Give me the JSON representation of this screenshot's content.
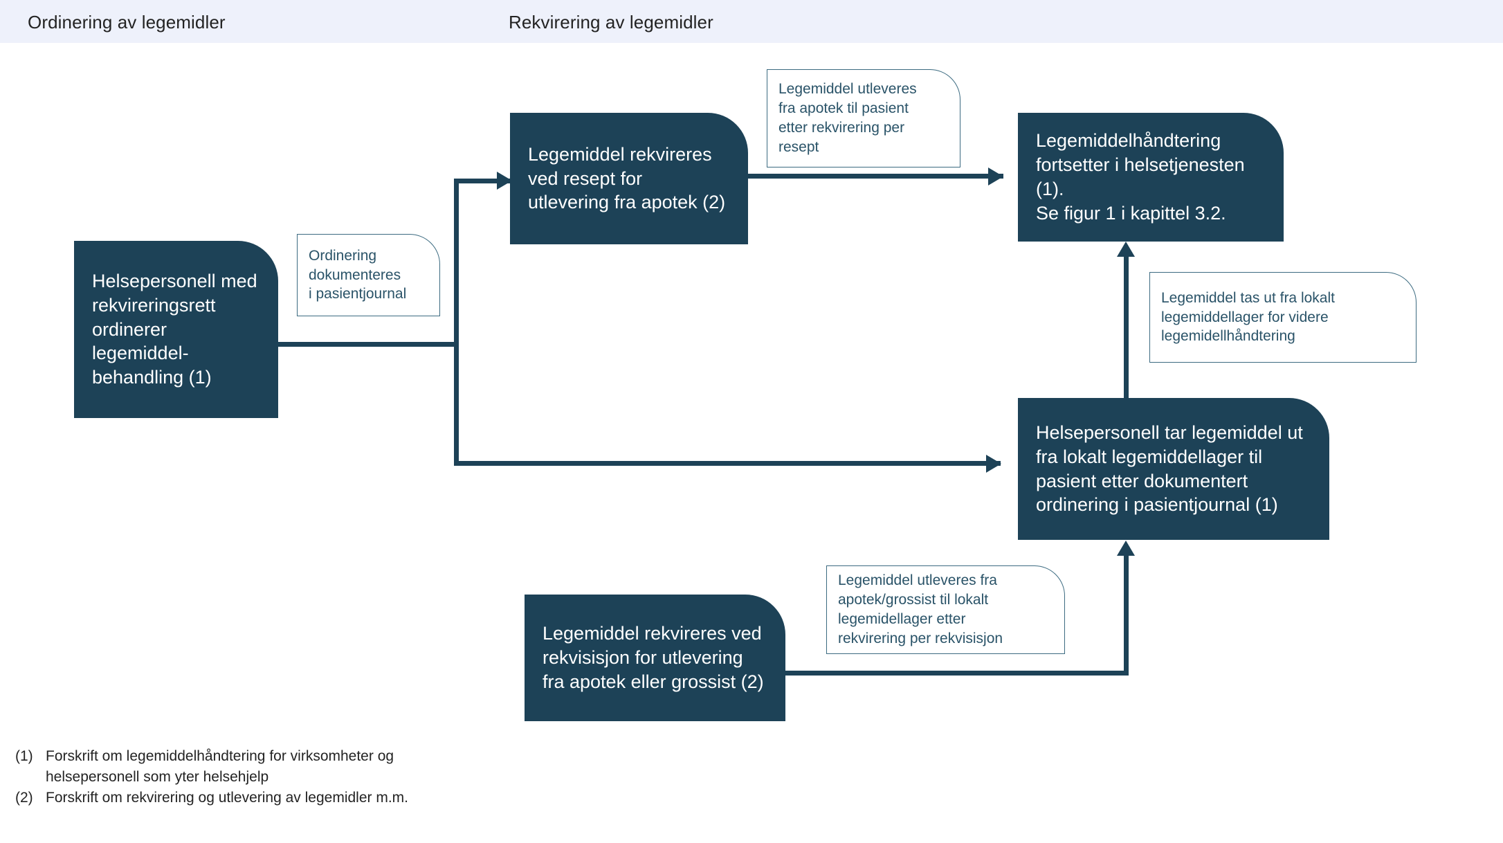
{
  "header": {
    "columns": [
      {
        "id": "ordinering",
        "label": "Ordinering av legemidler"
      },
      {
        "id": "rekvirering",
        "label": "Rekvirering av legemidler"
      }
    ],
    "background_color": "#eef1fb"
  },
  "colors": {
    "node_fill": "#1d4257",
    "node_text": "#ffffff",
    "note_border": "#3b6a80",
    "note_text": "#2a5368",
    "connector": "#1d4257",
    "page_background": "#ffffff",
    "header_band": "#eef1fb",
    "footnote_text": "#232323"
  },
  "nodes": [
    {
      "id": "helsepersonell-ordinerer",
      "text": "Helsepersonell med\nrekvireringsrett\nordinerer\nlegemiddel-\nbehandling (1)"
    },
    {
      "id": "rekvireres-resept",
      "text": "Legemiddel rekvireres\nved resept for\nutlevering fra apotek (2)"
    },
    {
      "id": "legemiddelhandtering-fortsetter",
      "text": "Legemiddelhåndtering\nfortsetter i helsetjenesten\n(1).\nSe figur 1 i kapittel 3.2."
    },
    {
      "id": "helsepersonell-tar-ut",
      "text": "Helsepersonell tar legemiddel ut\nfra lokalt legemiddellager til\npasient etter dokumentert\nordinering i pasientjournal (1)"
    },
    {
      "id": "rekvireres-rekvisisjon",
      "text": "Legemiddel rekvireres ved\nrekvisisjon for utlevering\nfra apotek eller grossist (2)"
    }
  ],
  "notes": [
    {
      "id": "ordinering-dokumenteres",
      "text": "Ordinering\ndokumenteres\ni pasientjournal"
    },
    {
      "id": "utleveres-apotek-pasient",
      "text": "Legemiddel utleveres\nfra apotek til pasient\netter rekvirering per\nresept"
    },
    {
      "id": "tas-ut-lokalt-lager",
      "text": "Legemiddel tas ut fra lokalt\nlegemiddellager for videre\nlegemidellhåndtering"
    },
    {
      "id": "utleveres-grossist-lager",
      "text": "Legemiddel utleveres fra\napotek/grossist til lokalt\nlegemidellager etter\nrekvirering per rekvisisjon"
    }
  ],
  "footnotes": [
    {
      "marker": "(1)",
      "text": "Forskrift om legemiddelhåndtering for virksomheter og\nhelsepersonell som yter helsehjelp"
    },
    {
      "marker": "(2)",
      "text": "Forskrift om rekvirering og utlevering av legemidler m.m."
    }
  ]
}
